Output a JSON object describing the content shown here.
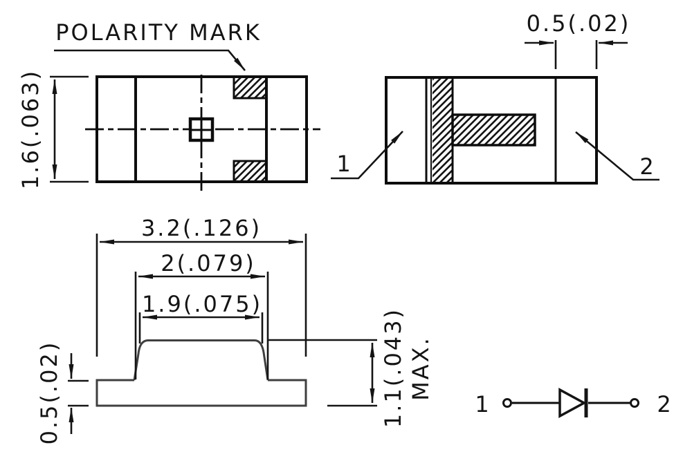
{
  "drawing": {
    "polarity_label": "POLARITY MARK",
    "top_view": {
      "height_dim": "1.6(.063)"
    },
    "bottom_view": {
      "terminal_dim": "0.5(.02)",
      "pin1": "1",
      "pin2": "2"
    },
    "side_view": {
      "length_dim": "3.2(.126)",
      "body_dim": "2(.079)",
      "lens_dim": "1.9(.075)",
      "standoff_dim": "0.5(.02)",
      "height_dim": "1.1(.043)",
      "height_qualifier": "MAX."
    },
    "schematic": {
      "pin1": "1",
      "pin2": "2"
    },
    "colors": {
      "line": "#0d0d0d",
      "background": "#ffffff"
    }
  }
}
